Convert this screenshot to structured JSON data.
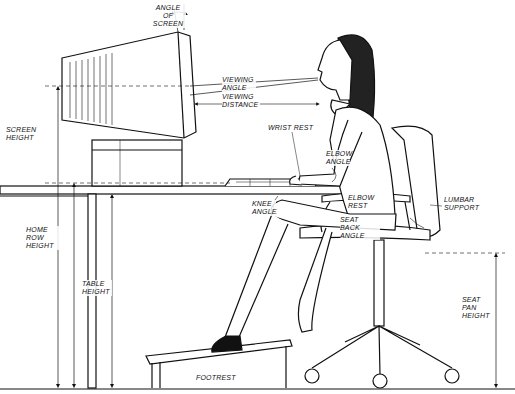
{
  "diagram": {
    "labels": [
      "ANGLE OF SCREEN",
      "VIEWING ANGLE",
      "VIEWING DISTANCE",
      "SCREEN HEIGHT",
      "WRIST REST",
      "ELBOW ANGLE",
      "LUMBAR SUPPORT",
      "ELBOW REST",
      "SEAT BACK ANGLE",
      "KNEE ANGLE",
      "HOME ROW HEIGHT",
      "TABLE HEIGHT",
      "SEAT PAN HEIGHT",
      "FOOTREST"
    ]
  }
}
